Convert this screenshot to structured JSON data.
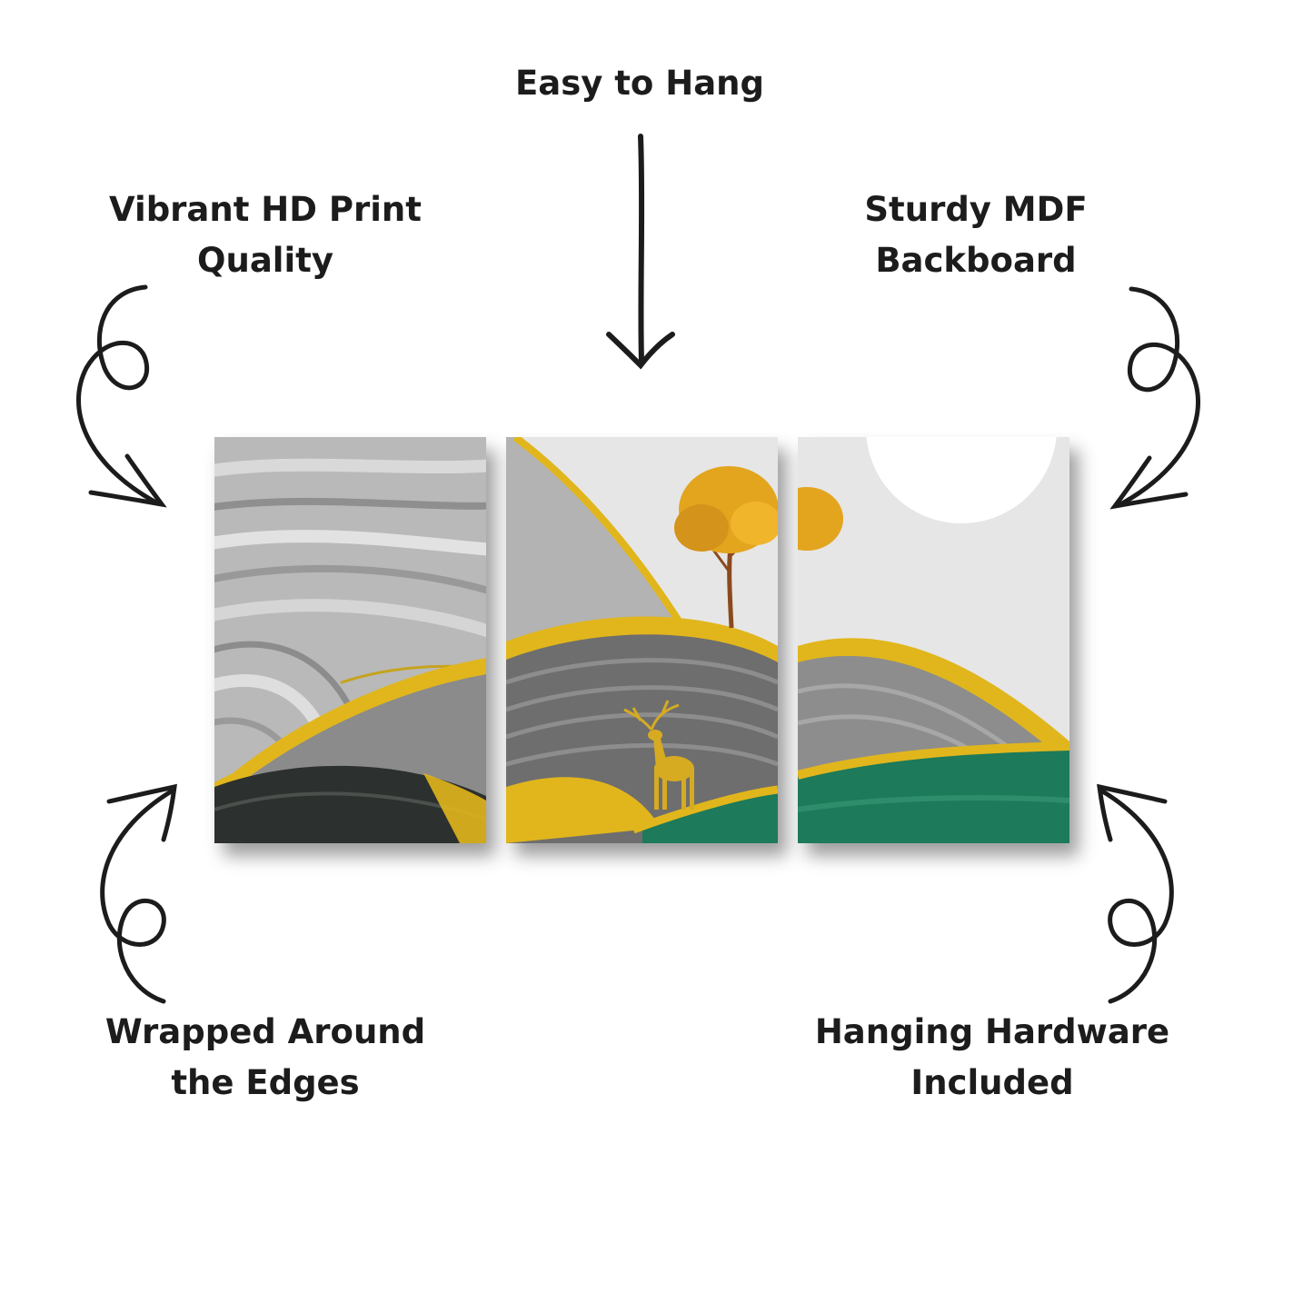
{
  "labels": {
    "top": "Easy to Hang",
    "top_left": [
      "Vibrant HD Print",
      "Quality"
    ],
    "top_right": [
      "Sturdy MDF",
      "Backboard"
    ],
    "bottom_left": [
      "Wrapped Around",
      "the Edges"
    ],
    "bottom_right": [
      "Hanging Hardware",
      "Included"
    ]
  },
  "colors": {
    "text": "#1c1c1c",
    "gold": "#e3bd1e",
    "emerald": "#1d7a5a",
    "grey": "#9b9b9b",
    "dark": "#2b2f2d",
    "sky": "#e6e6e6"
  },
  "icons": [
    "loop-arrow-icon",
    "down-arrow-icon",
    "deer-icon",
    "tree-icon",
    "moon-icon"
  ]
}
